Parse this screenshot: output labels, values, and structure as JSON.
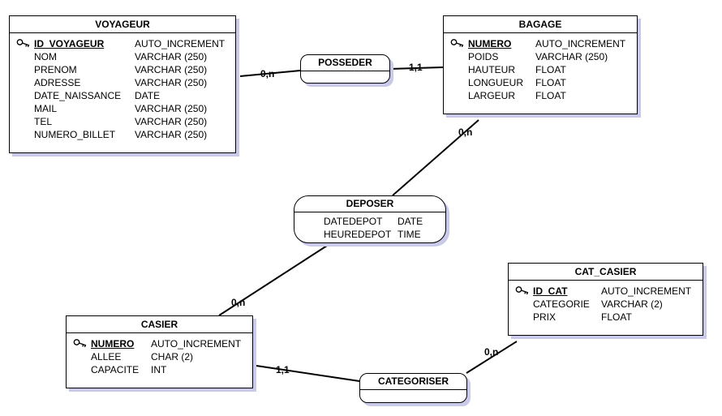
{
  "entities": {
    "voyageur": {
      "title": "VOYAGEUR",
      "fields": [
        {
          "name": "ID_VOYAGEUR",
          "type": "AUTO_INCREMENT",
          "key": true
        },
        {
          "name": "NOM",
          "type": "VARCHAR (250)",
          "key": false
        },
        {
          "name": "PRENOM",
          "type": "VARCHAR (250)",
          "key": false
        },
        {
          "name": "ADRESSE",
          "type": "VARCHAR (250)",
          "key": false
        },
        {
          "name": "DATE_NAISSANCE",
          "type": "DATE",
          "key": false
        },
        {
          "name": "MAIL",
          "type": "VARCHAR (250)",
          "key": false
        },
        {
          "name": "TEL",
          "type": "VARCHAR (250)",
          "key": false
        },
        {
          "name": "NUMERO_BILLET",
          "type": "VARCHAR (250)",
          "key": false
        }
      ]
    },
    "bagage": {
      "title": "BAGAGE",
      "fields": [
        {
          "name": "NUMERO",
          "type": "AUTO_INCREMENT",
          "key": true
        },
        {
          "name": "POIDS",
          "type": "VARCHAR (250)",
          "key": false
        },
        {
          "name": "HAUTEUR",
          "type": "FLOAT",
          "key": false
        },
        {
          "name": "LONGUEUR",
          "type": "FLOAT",
          "key": false
        },
        {
          "name": "LARGEUR",
          "type": "FLOAT",
          "key": false
        }
      ]
    },
    "casier": {
      "title": "CASIER",
      "fields": [
        {
          "name": "NUMERO",
          "type": "AUTO_INCREMENT",
          "key": true
        },
        {
          "name": "ALLEE",
          "type": "CHAR (2)",
          "key": false
        },
        {
          "name": "CAPACITE",
          "type": "INT",
          "key": false
        }
      ]
    },
    "cat_casier": {
      "title": "CAT_CASIER",
      "fields": [
        {
          "name": "ID_CAT",
          "type": "AUTO_INCREMENT",
          "key": true
        },
        {
          "name": "CATEGORIE",
          "type": "VARCHAR (2)",
          "key": false
        },
        {
          "name": "PRIX",
          "type": "FLOAT",
          "key": false
        }
      ]
    }
  },
  "associations": {
    "posseder": {
      "title": "POSSEDER"
    },
    "deposer": {
      "title": "DEPOSER",
      "fields": [
        {
          "name": "DATEDEPOT",
          "type": "DATE"
        },
        {
          "name": "HEUREDEPOT",
          "type": "TIME"
        }
      ]
    },
    "categoriser": {
      "title": "CATEGORISER"
    }
  },
  "cardinalities": {
    "voyageur_posseder": "0,n",
    "bagage_posseder": "1,1",
    "bagage_deposer": "0,n",
    "casier_deposer": "0,n",
    "casier_categoriser": "1,1",
    "cat_casier_categoriser": "0,n"
  },
  "icons": {
    "primary_key": "key-icon"
  },
  "colors": {
    "shadow": "#c9c9ea",
    "line": "#000000",
    "background": "#ffffff"
  }
}
